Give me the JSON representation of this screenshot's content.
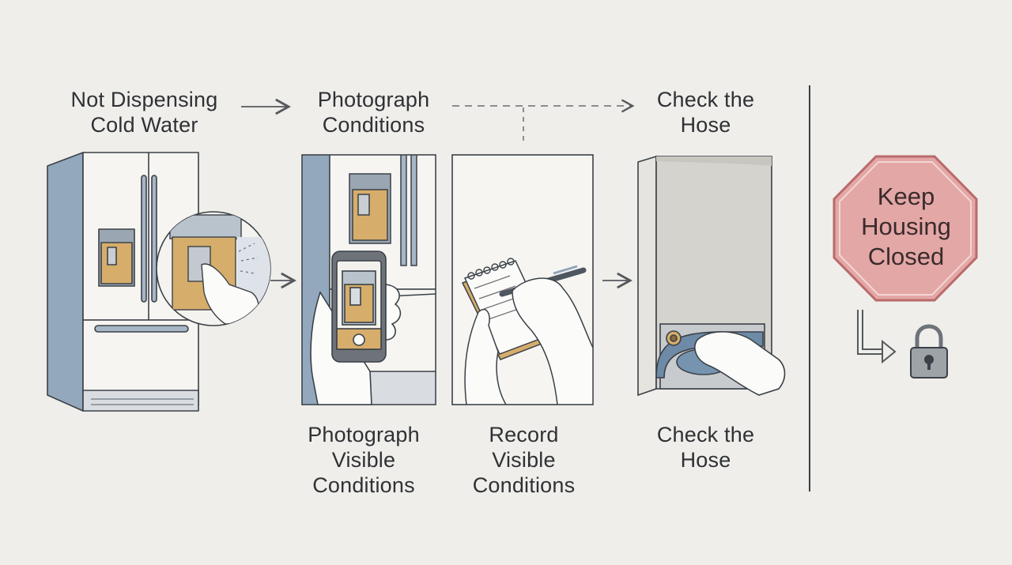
{
  "steps": {
    "step1": {
      "top": [
        "Not Dispensing",
        "Cold Water"
      ]
    },
    "step2": {
      "top": [
        "Photograph",
        "Conditions"
      ],
      "bottom": [
        "Photograph",
        "Visible",
        "Conditions"
      ]
    },
    "step3": {
      "bottom": [
        "Record",
        "Visible",
        "Conditions"
      ]
    },
    "step4": {
      "top": [
        "Check the",
        "Hose"
      ],
      "bottom": [
        "Check the",
        "Hose"
      ]
    }
  },
  "sign": {
    "lines": [
      "Keep",
      "Housing",
      "Closed"
    ]
  },
  "icons": [
    "fridge-illustration",
    "magnifier-inset",
    "smartphone-photo",
    "notepad-pen",
    "hose-panel",
    "stop-sign",
    "padlock-icon",
    "arrow-icon"
  ],
  "colors": {
    "background": "#efeeea",
    "steel_blue": "#8fa3b8",
    "dispenser_amber": "#d6ad6b",
    "sign_fill": "#e3a7a6",
    "sign_border": "#b96a6b"
  }
}
